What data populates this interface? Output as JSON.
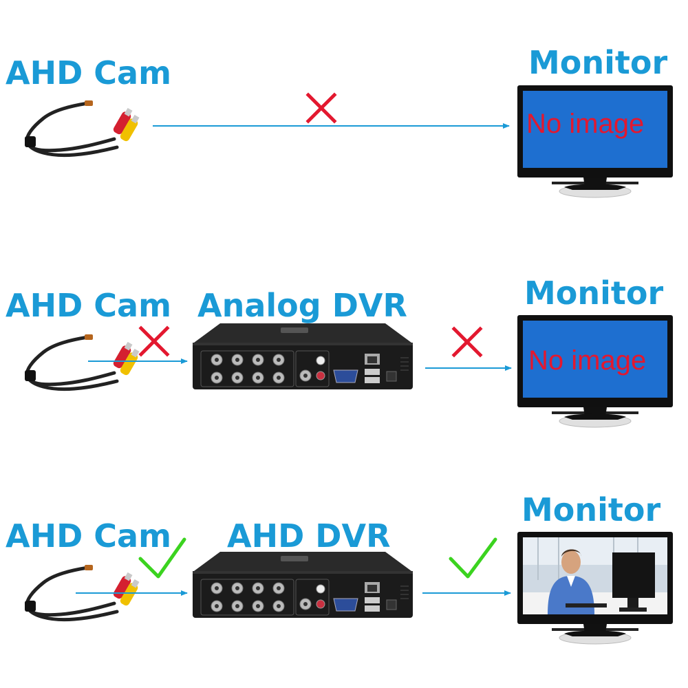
{
  "rows": [
    {
      "camera_label": "AHD Cam",
      "monitor_label": "Monitor",
      "screen_text": "No image",
      "link1_status": "fail"
    },
    {
      "camera_label": "AHD Cam",
      "dvr_label": "Analog DVR",
      "monitor_label": "Monitor",
      "screen_text": "No image",
      "link1_status": "fail",
      "link2_status": "fail"
    },
    {
      "camera_label": "AHD Cam",
      "dvr_label": "AHD DVR",
      "monitor_label": "Monitor",
      "link1_status": "ok",
      "link2_status": "ok"
    }
  ],
  "colors": {
    "label": "#1a9ad6",
    "arrow": "#1a9ad6",
    "fail_mark": "#e3182f",
    "ok_mark": "#3bd31f",
    "screen_blue": "#1e6fd0",
    "no_image_text": "#e3182f"
  },
  "icons": [
    "camera-icon",
    "dvr-icon",
    "monitor-icon",
    "cross-mark-icon",
    "check-mark-icon",
    "arrow-icon"
  ]
}
